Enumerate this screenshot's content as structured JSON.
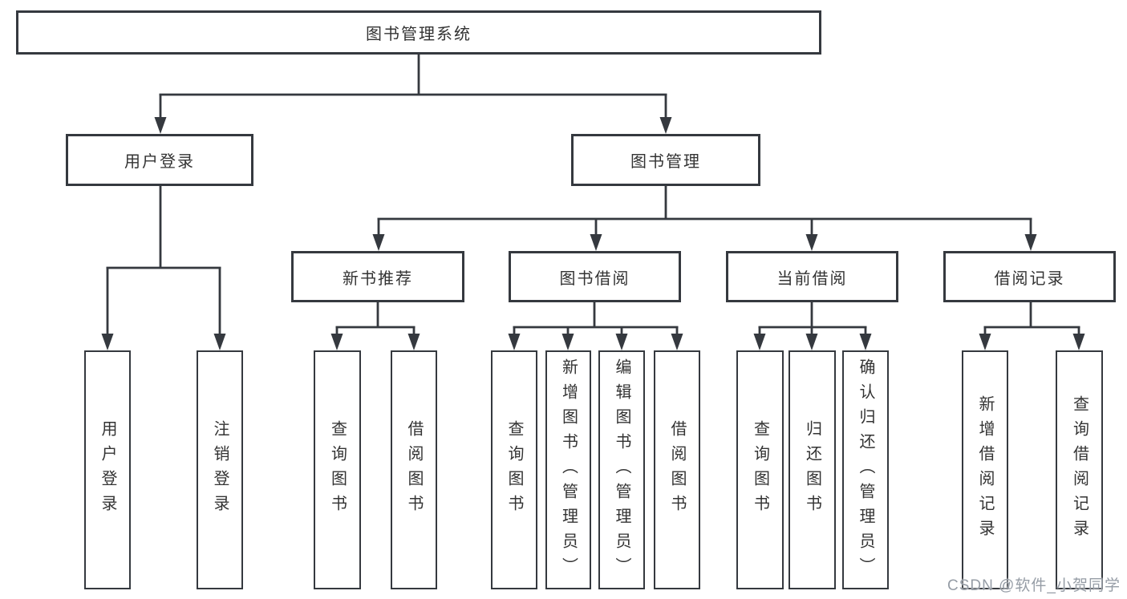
{
  "diagram": {
    "root": {
      "label": "图书管理系统"
    },
    "level2": [
      {
        "label": "用户登录"
      },
      {
        "label": "图书管理"
      }
    ],
    "level3": [
      {
        "label": "新书推荐"
      },
      {
        "label": "图书借阅"
      },
      {
        "label": "当前借阅"
      },
      {
        "label": "借阅记录"
      }
    ],
    "leaves": [
      {
        "label": "用户登录"
      },
      {
        "label": "注销登录"
      },
      {
        "label": "查询图书"
      },
      {
        "label": "借阅图书"
      },
      {
        "label": "查询图书"
      },
      {
        "label": "新增图书（管理员）"
      },
      {
        "label": "编辑图书（管理员）"
      },
      {
        "label": "借阅图书"
      },
      {
        "label": "查询图书"
      },
      {
        "label": "归还图书"
      },
      {
        "label": "确认归还（管理员）"
      },
      {
        "label": "新增借阅记录"
      },
      {
        "label": "查询借阅记录"
      }
    ],
    "watermark": "CSDN @软件_小贺同学",
    "colors": {
      "line": "#35393f",
      "text": "#333333",
      "watermark": "#969da6",
      "background": "#ffffff"
    }
  }
}
